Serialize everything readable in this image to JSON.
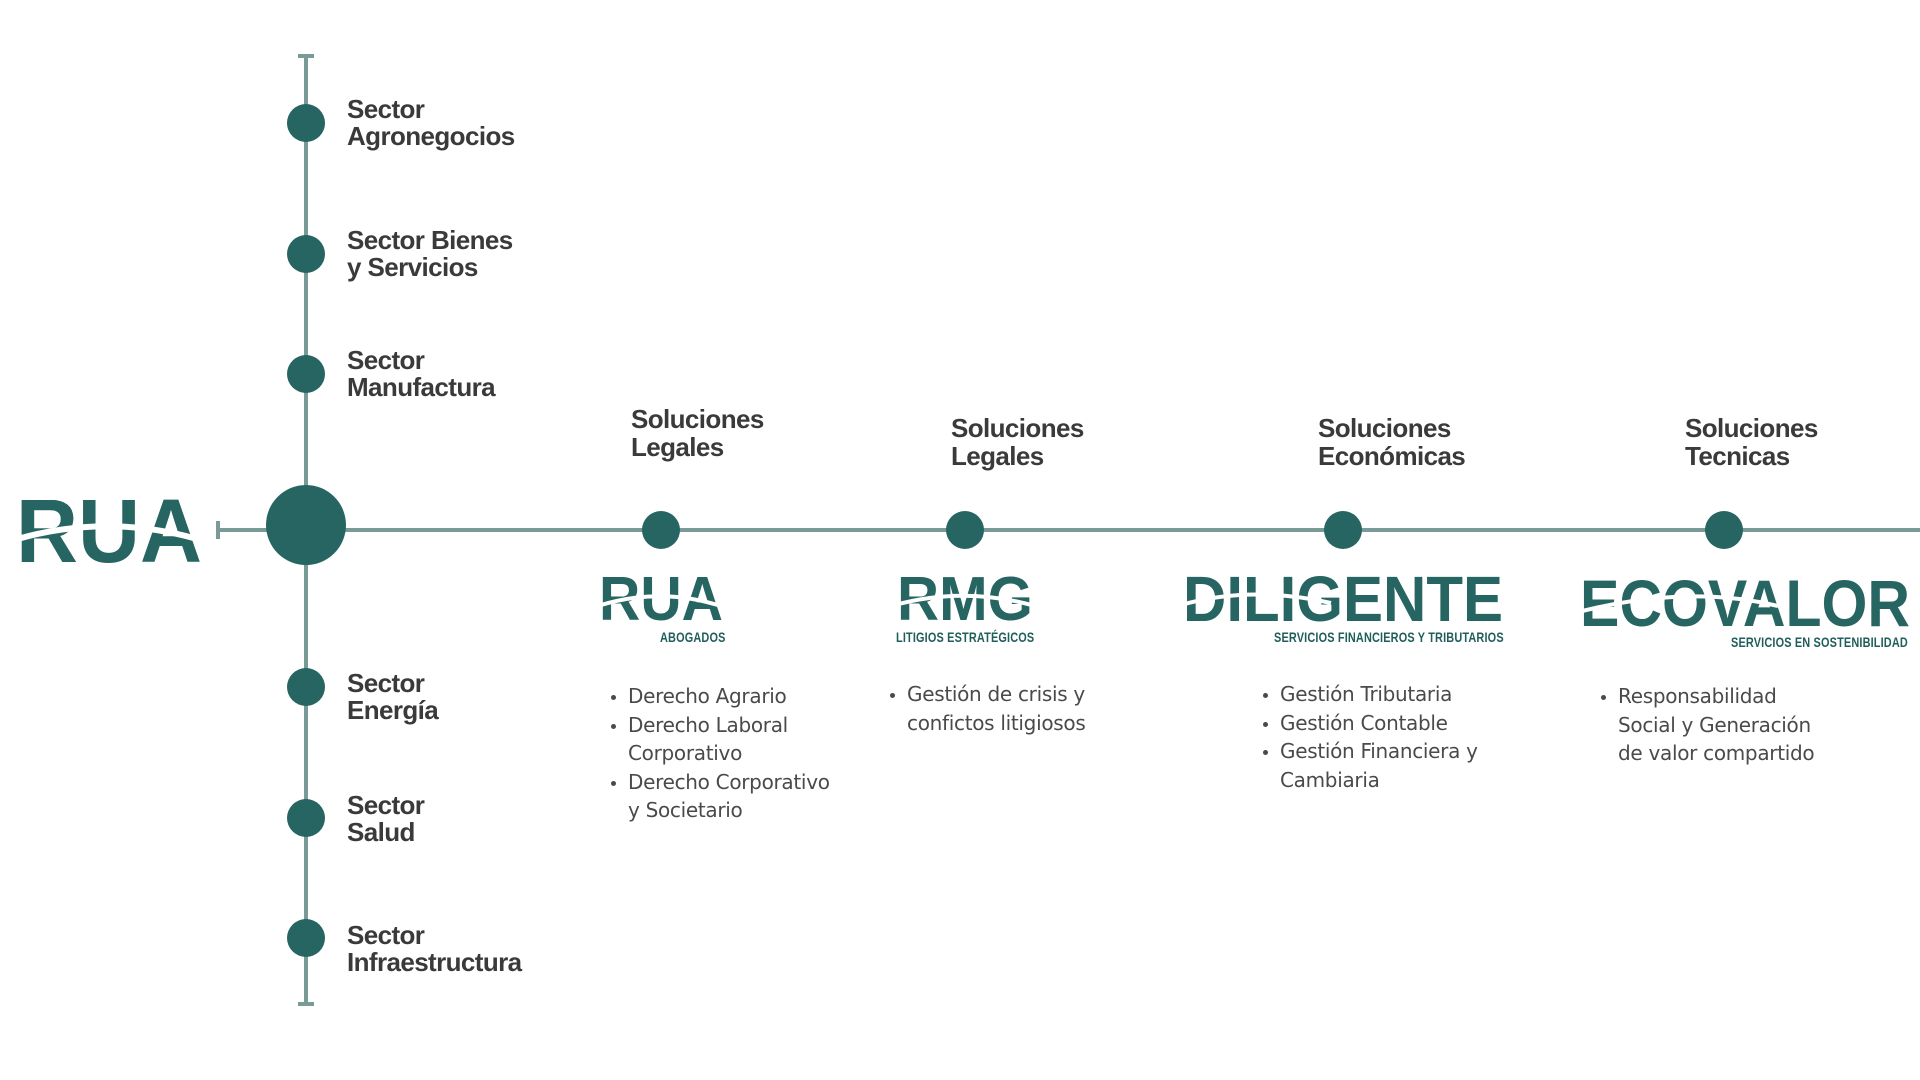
{
  "brand": {
    "main_logo": "RUA",
    "color": "#266561",
    "line_color": "#7a9a98"
  },
  "sectors": [
    {
      "lines": [
        "Sector",
        "Agronegocios"
      ]
    },
    {
      "lines": [
        "Sector Bienes",
        "y Servicios"
      ]
    },
    {
      "lines": [
        "Sector",
        "Manufactura"
      ]
    },
    {
      "lines": [
        "Sector",
        "Energía"
      ]
    },
    {
      "lines": [
        "Sector",
        "Salud"
      ]
    },
    {
      "lines": [
        "Sector",
        "Infraestructura"
      ]
    }
  ],
  "solutions": [
    {
      "title": [
        "Soluciones",
        "Legales"
      ],
      "logo": "RUA",
      "logo_sub": "ABOGADOS",
      "bullets": [
        [
          "Derecho Agrario"
        ],
        [
          "Derecho Laboral",
          "Corporativo"
        ],
        [
          "Derecho Corporativo",
          "y Societario"
        ]
      ]
    },
    {
      "title": [
        "Soluciones",
        "Legales"
      ],
      "logo": "RMG",
      "logo_sub": "LITIGIOS ESTRATÉGICOS",
      "bullets": [
        [
          "Gestión de crisis y",
          "confictos litigiosos"
        ]
      ]
    },
    {
      "title": [
        "Soluciones",
        "Económicas"
      ],
      "logo": "DILIGENTE",
      "logo_sub": "SERVICIOS FINANCIEROS Y TRIBUTARIOS",
      "bullets": [
        [
          "Gestión Tributaria"
        ],
        [
          "Gestión Contable"
        ],
        [
          "Gestión Financiera y",
          "Cambiaria"
        ]
      ]
    },
    {
      "title": [
        "Soluciones",
        "Tecnicas"
      ],
      "logo": "ECOVALOR",
      "logo_sub": "SERVICIOS EN SOSTENIBILIDAD",
      "bullets": [
        [
          "Responsabilidad",
          "Social y Generación",
          "de valor compartido"
        ]
      ]
    }
  ]
}
